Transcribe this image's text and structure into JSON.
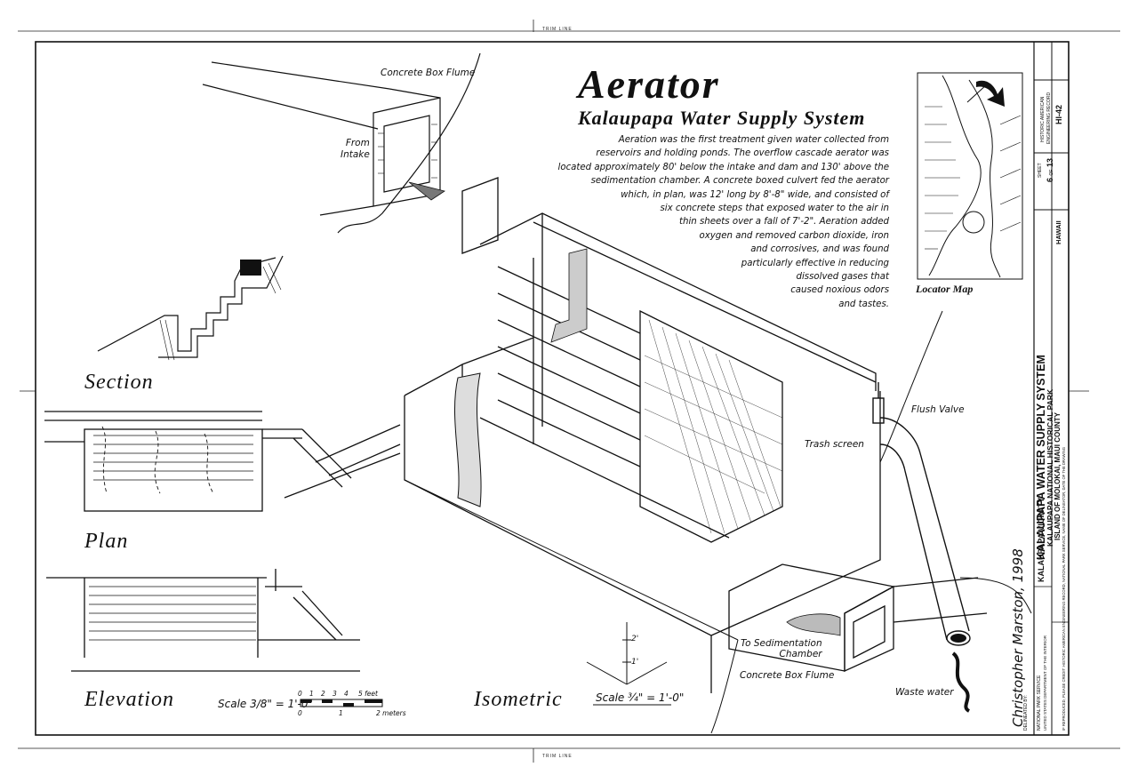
{
  "sheet": {
    "trim_top": "TRIM LINE",
    "trim_bottom": "TRIM LINE",
    "title": "Aerator",
    "subtitle": "Kalaupapa Water Supply System",
    "description_lines": [
      "Aeration was the first treatment given water collected from",
      "reservoirs and holding ponds.  The overflow cascade aerator was",
      "located approximately 80' below the intake and dam and 130' above the",
      "sedimentation chamber.  A concrete boxed culvert fed the aerator",
      "which, in plan, was 12' long by 8'-8\" wide, and consisted of",
      "six concrete steps that exposed water to the air in",
      "thin sheets over a fall of 7'-2\".  Aeration added",
      "oxygen and removed carbon dioxide, iron",
      "and corrosives, and was found",
      "particularly effective in reducing",
      "dissolved gases that",
      "caused noxious odors",
      "and tastes."
    ],
    "delineator": "Christopher Marston, 1998"
  },
  "labels": {
    "concrete_box_flume_top": "Concrete Box Flume",
    "from_intake": "From\nIntake",
    "trash_screen": "Trash screen",
    "flush_valve": "Flush Valve",
    "to_sedimentation": "To Sedimentation\nChamber",
    "concrete_box_flume_bottom": "Concrete Box Flume",
    "waste_water": "Waste water",
    "locator_map": "Locator Map",
    "dim_2ft": "2'",
    "dim_1ft": "1'"
  },
  "views": {
    "section": "Section",
    "plan": "Plan",
    "elevation": "Elevation",
    "isometric": "Isometric"
  },
  "scales": {
    "left_scale": "Scale 3/8\" = 1'-0\"",
    "iso_scale": "Scale ¾\" = 1'-0\"",
    "bar_feet_ticks": [
      "0",
      "1",
      "2",
      "3",
      "4",
      "5 feet"
    ],
    "bar_meter_ticks": [
      "0",
      "1",
      "2 meters"
    ]
  },
  "title_block": {
    "agency_line1": "NATIONAL PARK SERVICE",
    "agency_line2": "UNITED STATES DEPARTMENT OF THE INTERIOR",
    "delineated_by": "DELINEATED BY:",
    "vicinity": "KALAUPAPA VICINITY",
    "project_title": "KALAUPAPA WATER SUPPLY SYSTEM",
    "park": "KALAUPAPA NATIONAL HISTORICAL PARK",
    "island": "ISLAND OF MOLOKAI, MAUI COUNTY",
    "credit": "IF REPRODUCED, PLEASE CREDIT: HISTORIC AMERICAN ENGINEERING RECORD, NATIONAL PARK SERVICE, NAME OF DELINEATOR, DATE OF THE DRAWING",
    "state": "HAWAII",
    "sheet_label": "SHEET",
    "sheet_number": "6",
    "sheet_of": "OF",
    "sheet_total": "13",
    "record_line1": "HISTORIC AMERICAN",
    "record_line2": "ENGINEERING RECORD",
    "survey_number": "HI-42"
  }
}
